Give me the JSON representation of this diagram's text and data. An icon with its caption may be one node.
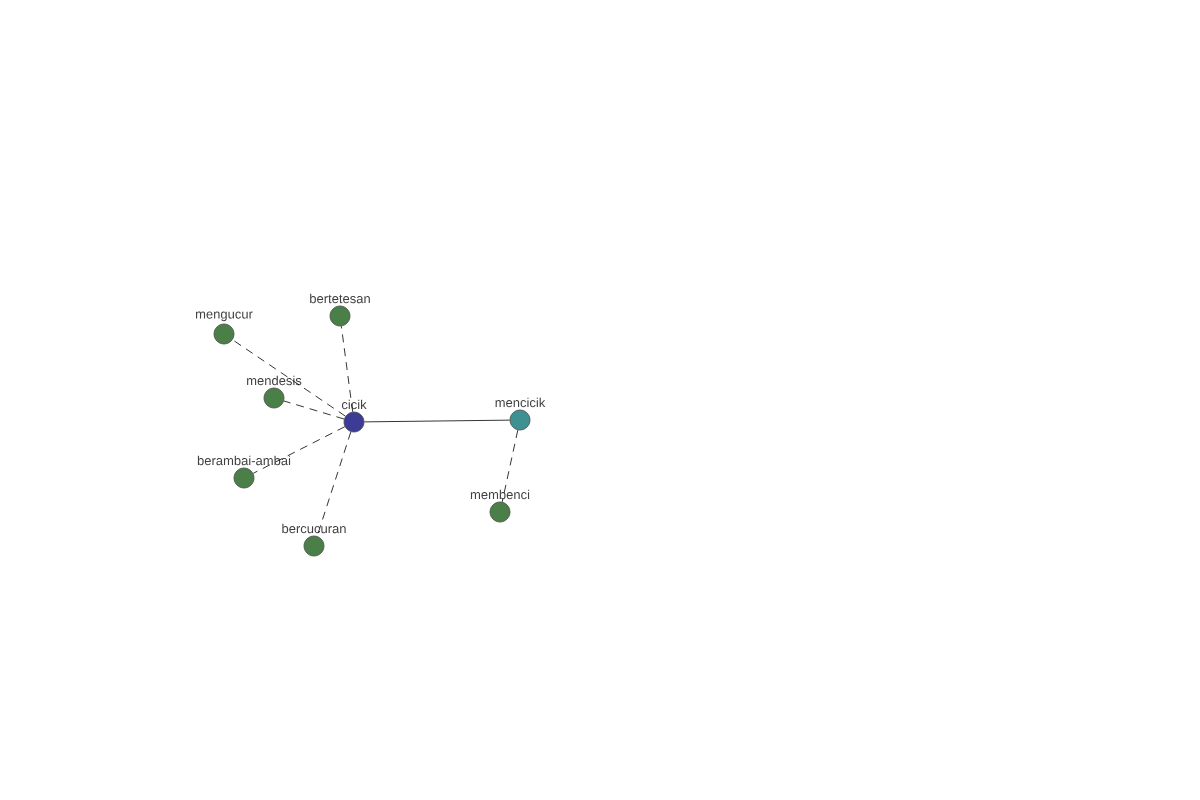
{
  "diagram": {
    "nodes": [
      {
        "text": [
          "cicik"
        ]
      },
      {
        "text": [
          "mencicik"
        ]
      },
      {
        "text": [
          "mengucur"
        ]
      },
      {
        "text": [
          "bertetesan"
        ]
      },
      {
        "text": [
          "mendesis"
        ]
      },
      {
        "text": [
          "berambai-ambai"
        ]
      },
      {
        "text": [
          "bercucuran"
        ]
      },
      {
        "text": [
          "membenci"
        ]
      }
    ],
    "edges": [
      {
        "from": 0,
        "to": 1,
        "arrow": "none"
      },
      {
        "from": 0,
        "to": 2,
        "arrow": "none",
        "style": "dashed"
      },
      {
        "from": 0,
        "to": 3,
        "arrow": "none",
        "style": "dashed"
      },
      {
        "from": 0,
        "to": 4,
        "arrow": "none",
        "style": "dashed"
      },
      {
        "from": 0,
        "to": 5,
        "arrow": "none",
        "style": "dashed"
      },
      {
        "from": 0,
        "to": 6,
        "arrow": "none",
        "style": "dashed"
      },
      {
        "from": 1,
        "to": 7,
        "arrow": "none",
        "style": "dashed"
      }
    ]
  }
}
